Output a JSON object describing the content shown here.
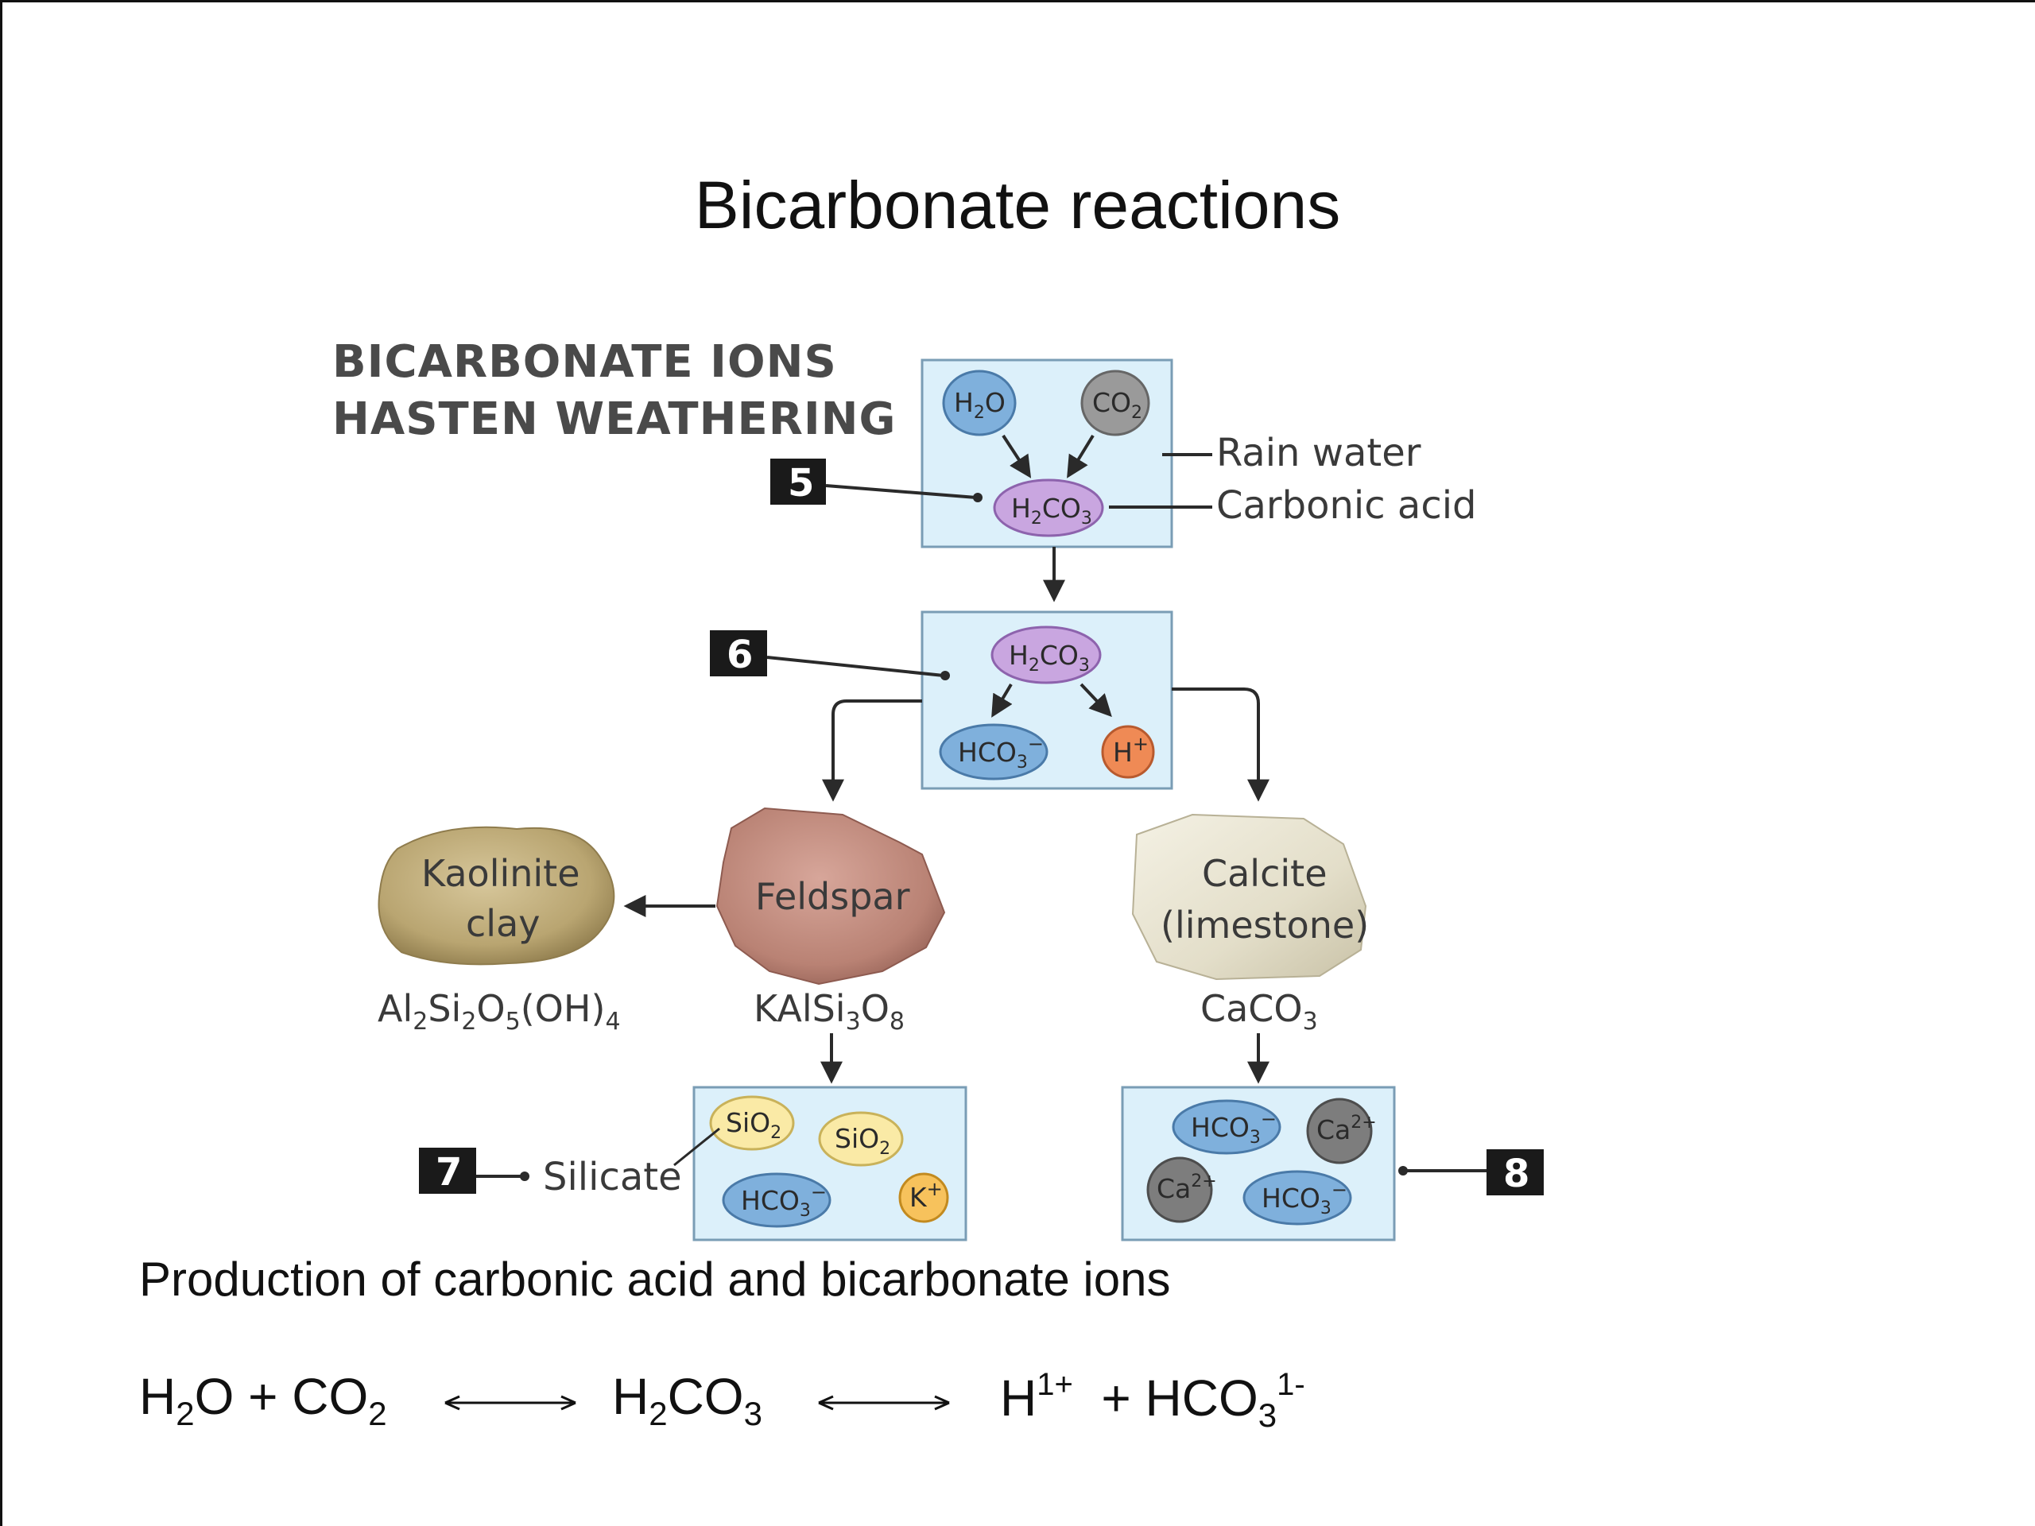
{
  "slide": {
    "title": "Bicarbonate reactions",
    "caption": "Production of carbonic acid and bicarbonate ions"
  },
  "diagram": {
    "header_line1": "BICARBONATE IONS",
    "header_line2": "HASTEN WEATHERING",
    "rain_water": "Rain water",
    "carbonic_acid": "Carbonic acid",
    "silicate": "Silicate",
    "steps": {
      "s5": "5",
      "s6": "6",
      "s7": "7",
      "s8": "8"
    },
    "molecules": {
      "h2o": {
        "base": "H",
        "sub1": "2",
        "rest": "O"
      },
      "co2": {
        "base": "CO",
        "sub": "2"
      },
      "h2co3": {
        "a": "H",
        "s1": "2",
        "b": "CO",
        "s2": "3"
      },
      "hco3": {
        "base": "HCO",
        "sub": "3",
        "sup": "−"
      },
      "h_plus": {
        "base": "H",
        "sup": "+"
      },
      "sio2": {
        "base": "SiO",
        "sub": "2"
      },
      "k_plus": {
        "base": "K",
        "sup": "+"
      },
      "ca2": {
        "base": "Ca",
        "sup": "2+"
      }
    },
    "rocks": {
      "kaolinite_1": "Kaolinite",
      "kaolinite_2": "clay",
      "feldspar": "Feldspar",
      "calcite_1": "Calcite",
      "calcite_2": "(limestone)"
    },
    "formulas": {
      "kaolinite": {
        "a": "Al",
        "s1": "2",
        "b": "Si",
        "s2": "2",
        "c": "O",
        "s3": "5",
        "d": "(OH)",
        "s4": "4"
      },
      "feldspar": {
        "a": "KAlSi",
        "s1": "3",
        "b": "O",
        "s2": "8"
      },
      "calcite": {
        "a": "CaCO",
        "s1": "3"
      }
    },
    "colors": {
      "box_fill": "#dcf0fa",
      "box_stroke": "#7a9db5",
      "water_blue": "#7fb0dc",
      "co2_gray": "#9a9a9a",
      "carbonic_purple": "#c9a6e0",
      "h_plus_orange": "#ef8a55",
      "sio2_yellow": "#faeaa6",
      "k_plus_orange": "#f7c25c",
      "ca_gray": "#7d7d7d",
      "step_black": "#1a1a1a"
    }
  },
  "equation": {
    "t1": "H",
    "t1s": "2",
    "t1b": "O + CO",
    "t1s2": "2",
    "t2": "H",
    "t2s": "2",
    "t2b": "CO",
    "t2s2": "3",
    "t3": "H",
    "t3sup": "1+",
    "t3b": "+  HCO",
    "t3s": "3",
    "t3sup2": "1-"
  }
}
